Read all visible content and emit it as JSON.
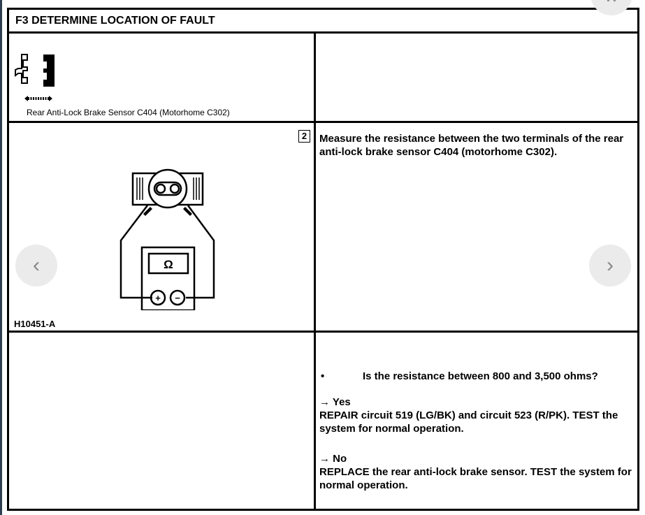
{
  "title": "F3 DETERMINE LOCATION OF FAULT",
  "connector_caption": "Rear Anti-Lock Brake Sensor C404 (Motorhome C302)",
  "step_number": "2",
  "figure_id": "H10451-A",
  "meter_symbol": "Ω",
  "meter_plus": "+",
  "meter_minus": "−",
  "instruction": "Measure the resistance between the two terminals of the rear anti-lock brake sensor C404 (motorhome C302).",
  "question": "Is the resistance between 800 and 3,500 ohms?",
  "yes": {
    "label": "Yes",
    "action": "REPAIR circuit 519 (LG/BK) and circuit 523 (R/PK). TEST the system for normal operation."
  },
  "no": {
    "label": "No",
    "action": "REPLACE the rear anti-lock brake sensor. TEST the system for normal operation."
  },
  "nav": {
    "prev_icon": "chevron-left-icon",
    "next_icon": "chevron-right-icon",
    "up_icon": "chevron-up-icon"
  }
}
